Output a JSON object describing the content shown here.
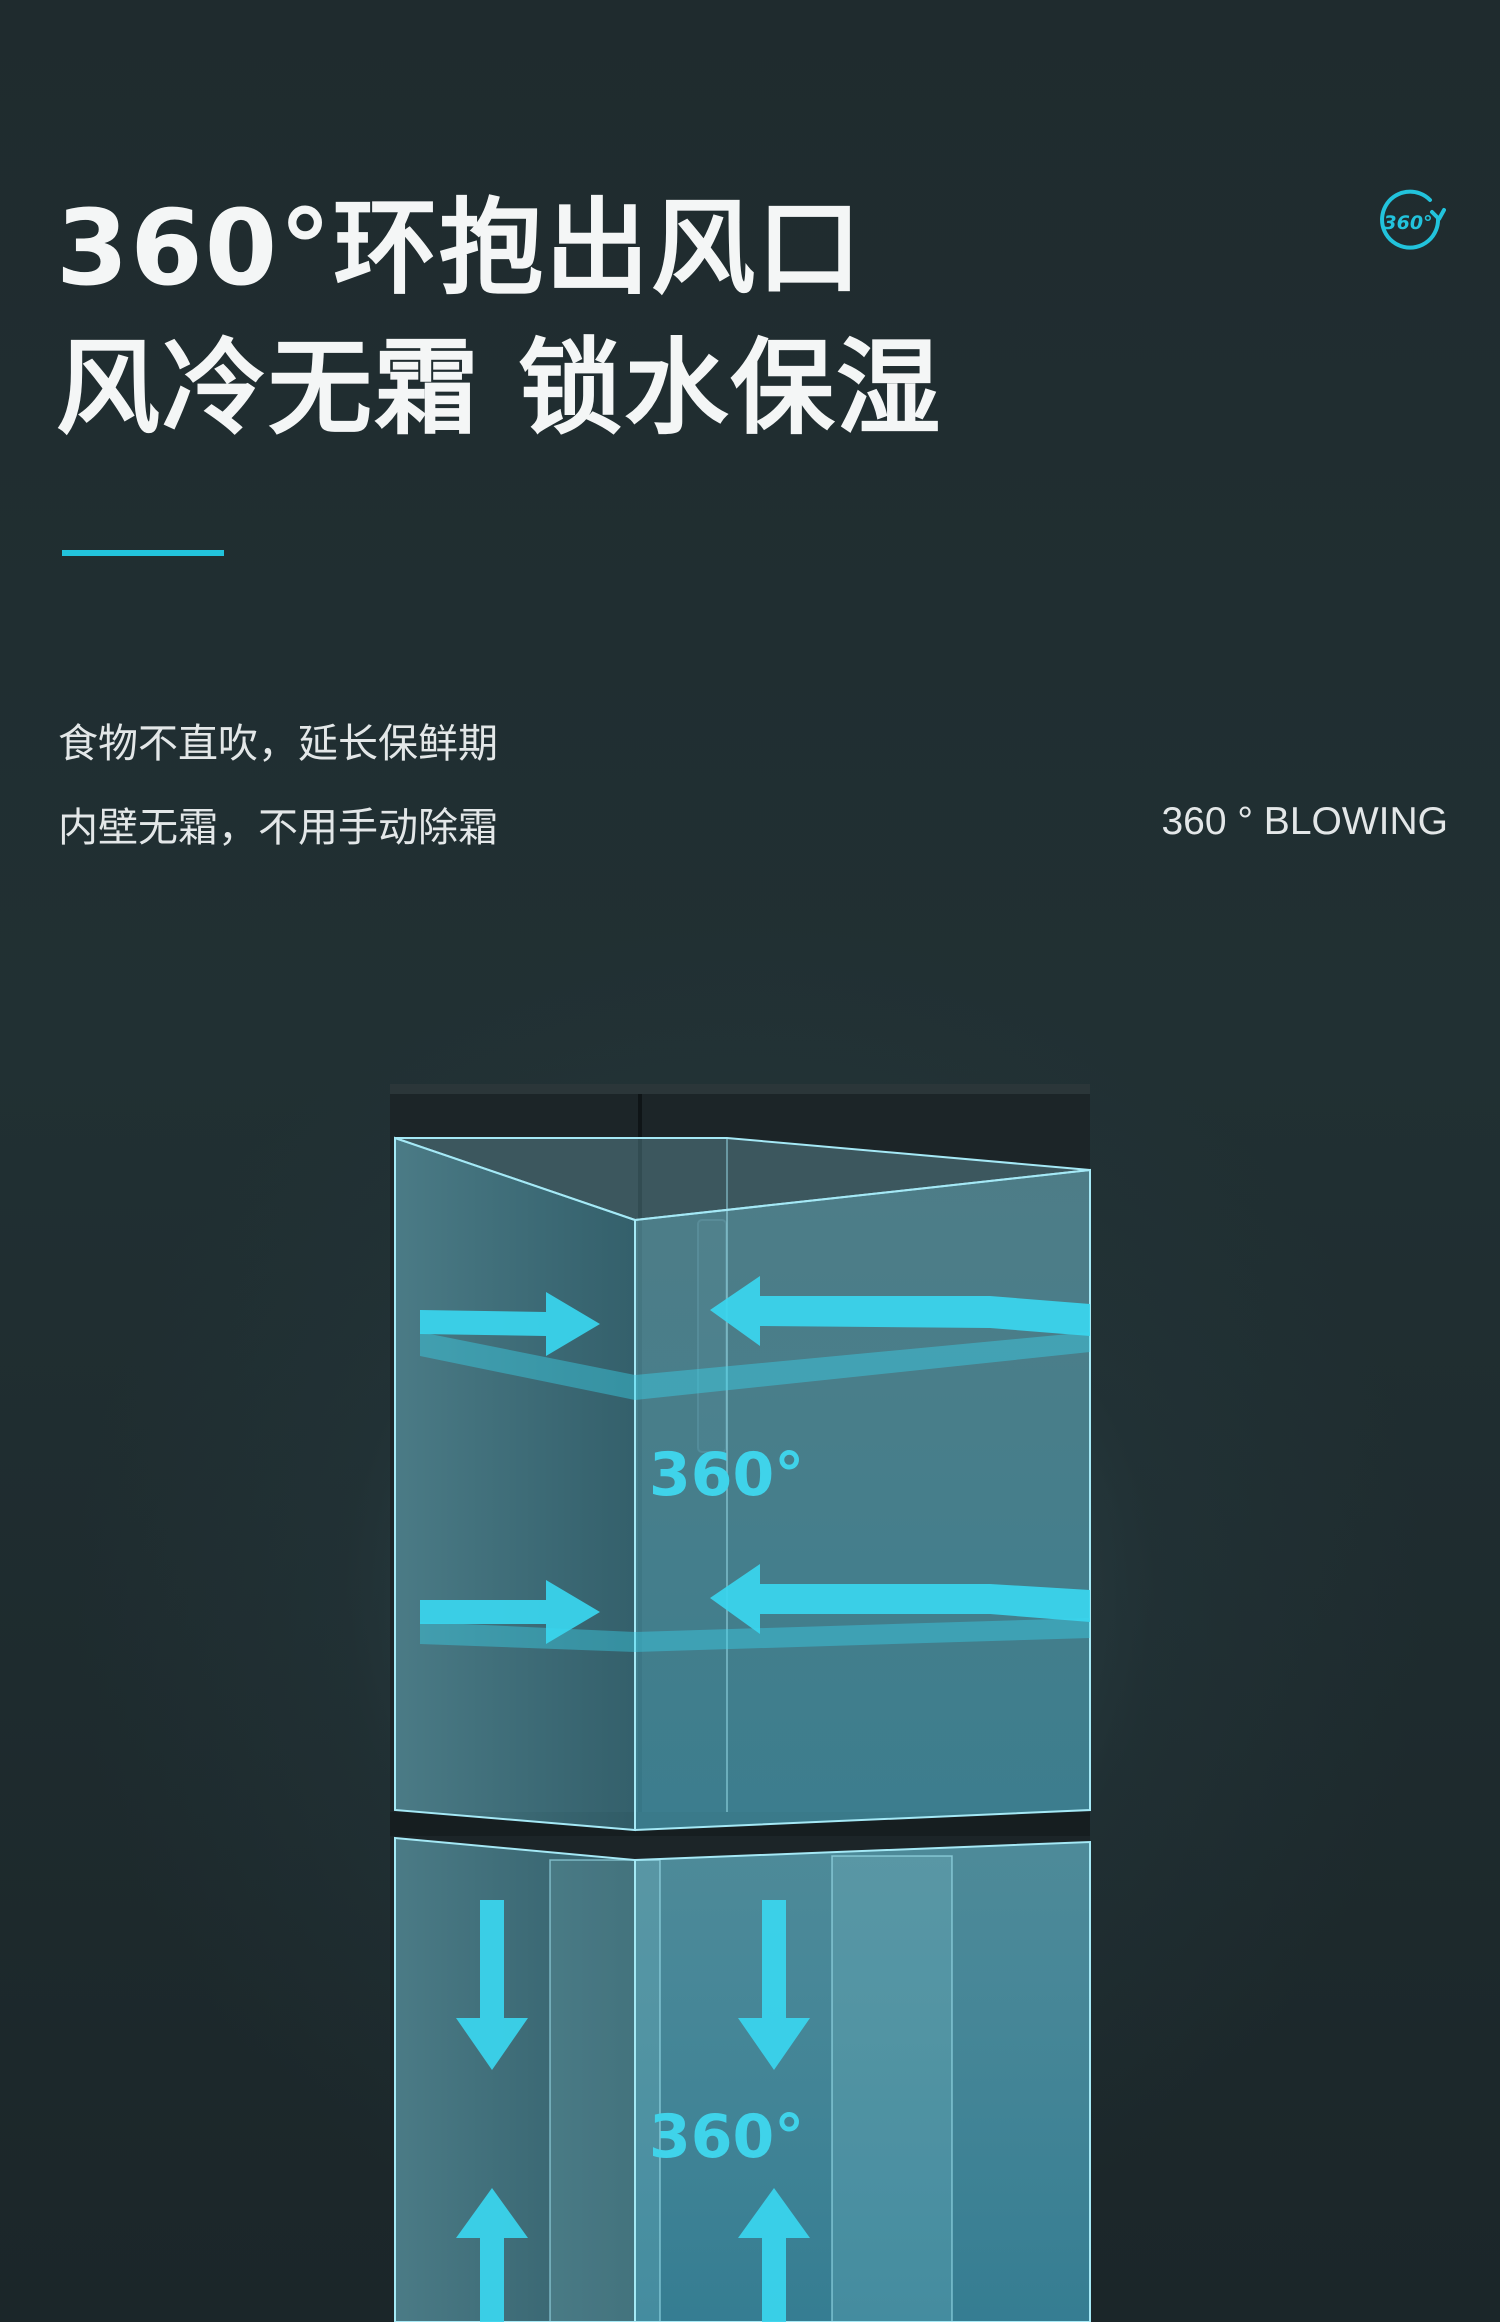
{
  "headline": {
    "line1": "360°环抱出风口",
    "line2": "风冷无霜 锁水保湿"
  },
  "description": {
    "line1": "食物不直吹，延长保鲜期",
    "line2": "内壁无霜，不用手动除霜"
  },
  "caption_en": "360 ° BLOWING",
  "badge": {
    "icon": "rotate-360-icon",
    "text": "360°"
  },
  "zones": {
    "upper_label": "360°",
    "lower_label": "360°"
  },
  "colors": {
    "accent": "#22c3dc",
    "background": "#1f2b2e",
    "text": "#f4f6f6"
  }
}
